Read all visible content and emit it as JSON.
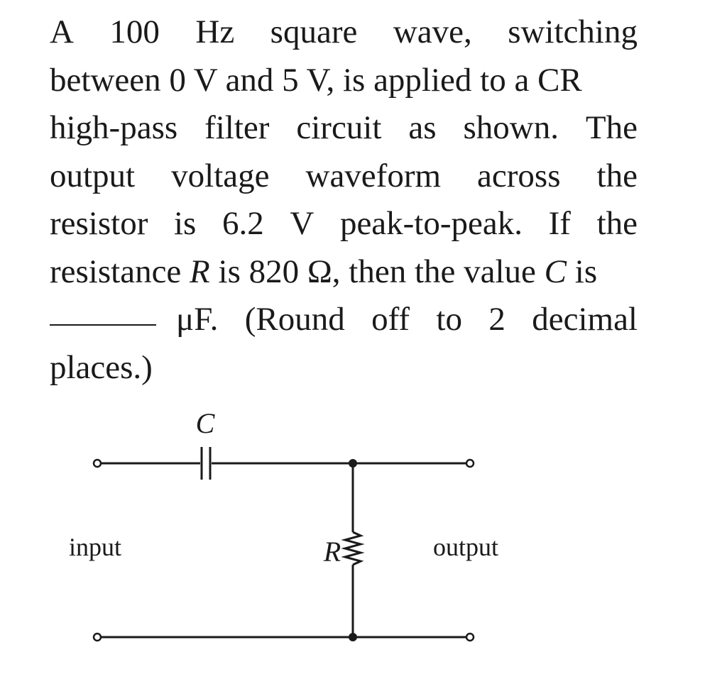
{
  "question": {
    "lines": [
      [
        "A",
        "100",
        "Hz",
        "square",
        "wave,",
        "switching"
      ],
      [
        "between 0 V and 5 V, is applied to a CR"
      ],
      [
        "high-pass",
        "filter",
        "circuit",
        "as",
        "shown.",
        "The"
      ],
      [
        "output",
        "voltage",
        "waveform",
        "across",
        "the"
      ],
      [
        "resistor",
        "is",
        "6.2",
        "V",
        "peak-to-peak.",
        "If",
        "the"
      ]
    ],
    "line6_part1": "resistance ",
    "line6_r": "R",
    "line6_part2": " is 820 Ω, then the value ",
    "line6_c": "C",
    "line6_part3": " is",
    "line7_words": [
      "μF.",
      "(Round",
      "off",
      "to",
      "2",
      "decimal"
    ],
    "line8": "places.)"
  },
  "circuit": {
    "capacitor_label": "C",
    "resistor_label": "R",
    "input_label": "input",
    "output_label": "output"
  }
}
